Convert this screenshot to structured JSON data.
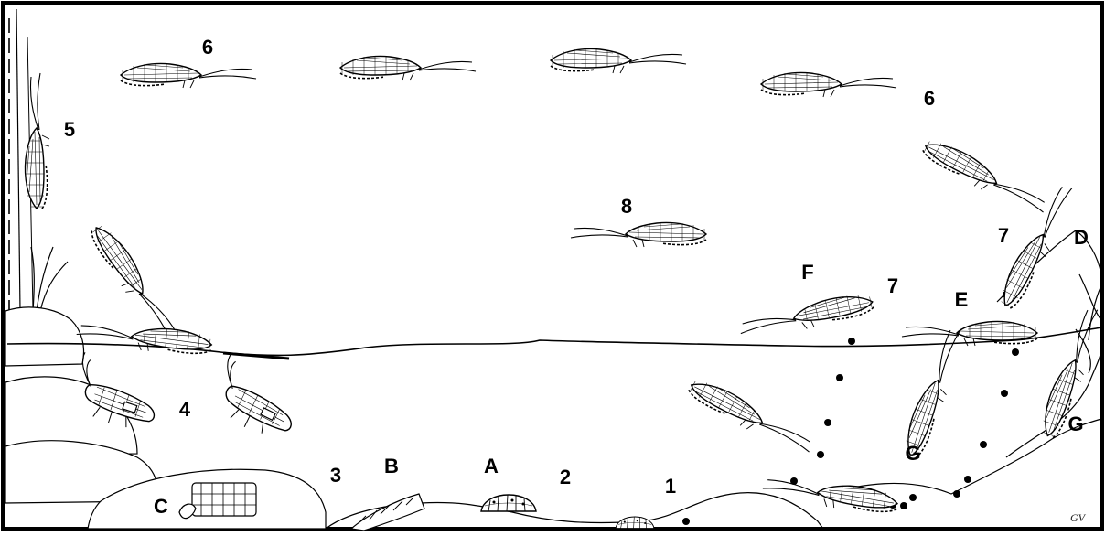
{
  "figure": {
    "labels": {
      "n1": "1",
      "n2": "2",
      "n3": "3",
      "n4": "4",
      "n5": "5",
      "n6a": "6",
      "n6b": "6",
      "n7a": "7",
      "n7b": "7",
      "n8": "8",
      "A": "A",
      "B": "B",
      "C": "C",
      "D": "D",
      "E": "E",
      "F": "F",
      "G1": "G",
      "G2": "G"
    },
    "signature": "GV"
  },
  "colors": {
    "ink": "#000000",
    "wing_fill": "#ffffff",
    "background": "#ffffff"
  }
}
